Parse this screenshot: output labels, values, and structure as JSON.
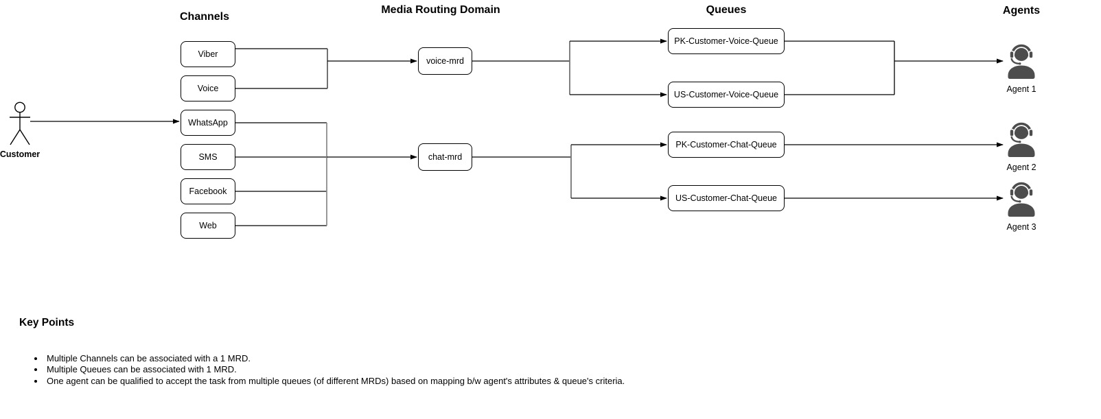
{
  "headings": {
    "channels": "Channels",
    "mrd": "Media Routing Domain",
    "queues": "Queues",
    "agents": "Agents"
  },
  "customer": {
    "label": "Customer"
  },
  "channels": {
    "items": [
      {
        "label": "Viber"
      },
      {
        "label": "Voice"
      },
      {
        "label": "WhatsApp"
      },
      {
        "label": "SMS"
      },
      {
        "label": "Facebook"
      },
      {
        "label": "Web"
      }
    ]
  },
  "mrds": {
    "items": [
      {
        "label": "voice-mrd"
      },
      {
        "label": "chat-mrd"
      }
    ]
  },
  "queues": {
    "items": [
      {
        "label": "PK-Customer-Voice-Queue"
      },
      {
        "label": "US-Customer-Voice-Queue"
      },
      {
        "label": "PK-Customer-Chat-Queue"
      },
      {
        "label": "US-Customer-Chat-Queue"
      }
    ]
  },
  "agents": {
    "items": [
      {
        "label": "Agent 1"
      },
      {
        "label": "Agent 2"
      },
      {
        "label": "Agent 3"
      }
    ]
  },
  "key_points": {
    "title": "Key Points",
    "bullets": [
      "Multiple Channels can be associated with a 1 MRD.",
      "Multiple Queues can be associated with 1 MRD.",
      "One agent can be qualified to accept the task from multiple queues (of different MRDs) based on mapping b/w agent's attributes & queue's criteria."
    ]
  },
  "colors": {
    "line": "#000000",
    "connector_gray": "#8c8c8c",
    "connector_mid_gray": "#737373",
    "icon_gray": "#4d4d4d",
    "background": "#ffffff"
  }
}
